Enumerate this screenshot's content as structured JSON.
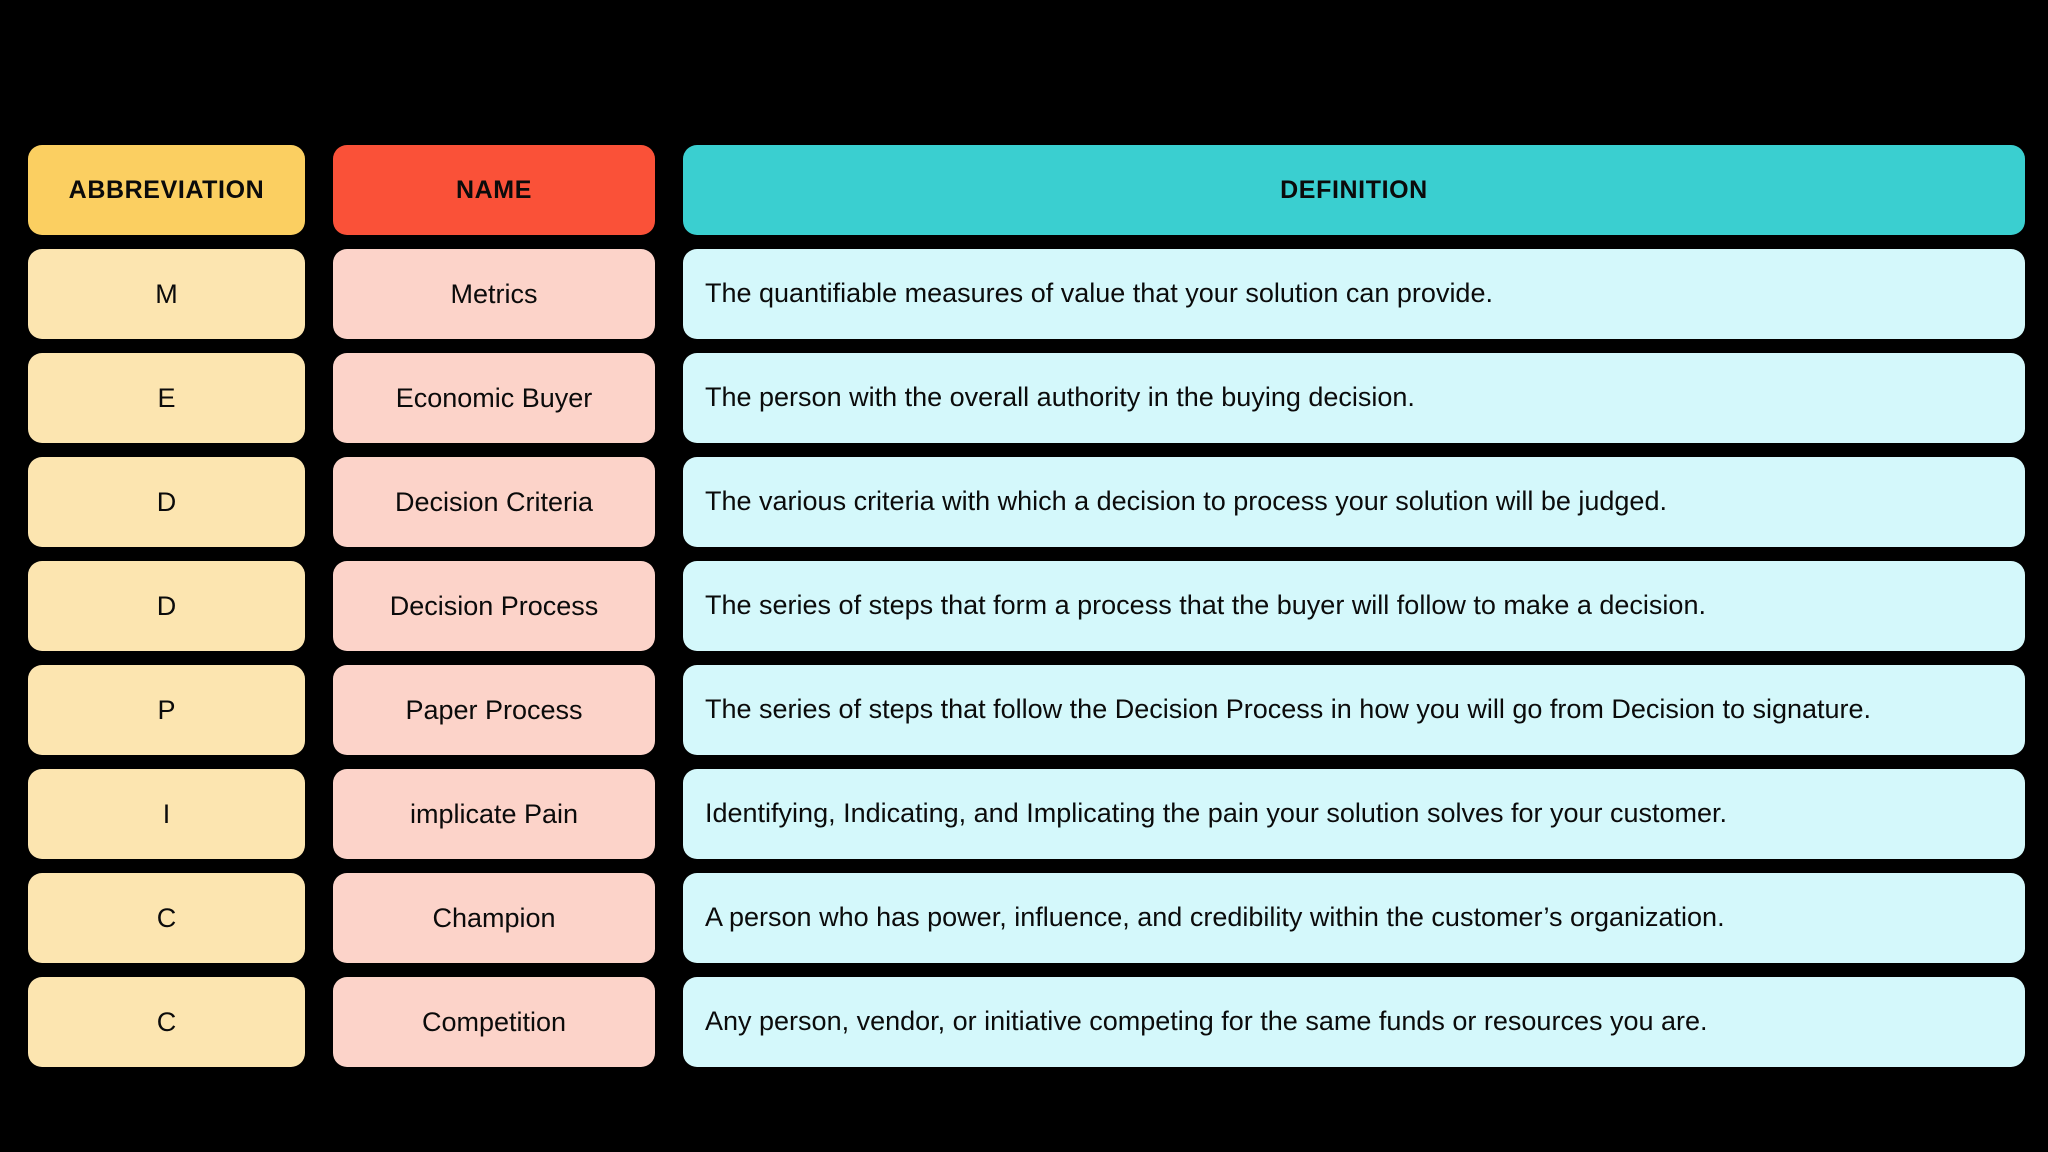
{
  "colors": {
    "background": "#000000",
    "header_abbreviation_bg": "#FBCF61",
    "header_name_bg": "#FA5138",
    "header_definition_bg": "#3ACFD0",
    "row_abbreviation_bg": "#FCE5B0",
    "row_name_bg": "#FCD3C9",
    "row_definition_bg": "#D4F8FB",
    "text": "#0B0B0B"
  },
  "table": {
    "headers": {
      "abbreviation": "ABBREVIATION",
      "name": "NAME",
      "definition": "DEFINITION"
    },
    "rows": [
      {
        "abbreviation": "M",
        "name": "Metrics",
        "definition": "The quantifiable measures of value that your solution can provide."
      },
      {
        "abbreviation": "E",
        "name": "Economic Buyer",
        "definition": "The person with the overall authority in the buying decision."
      },
      {
        "abbreviation": "D",
        "name": "Decision Criteria",
        "definition": "The various criteria with which a decision to process your solution will be judged."
      },
      {
        "abbreviation": "D",
        "name": "Decision Process",
        "definition": "The series of steps that form a process that the buyer will follow to make a decision."
      },
      {
        "abbreviation": "P",
        "name": "Paper Process",
        "definition": "The series of steps that follow the Decision Process in how you will go from Decision to signature."
      },
      {
        "abbreviation": "I",
        "name": "implicate Pain",
        "definition": "Identifying, Indicating, and Implicating the pain your solution solves for your customer."
      },
      {
        "abbreviation": "C",
        "name": "Champion",
        "definition": "A person who has power, influence, and credibility within the customer’s organization."
      },
      {
        "abbreviation": "C",
        "name": "Competition",
        "definition": "Any person, vendor, or initiative competing for the same funds or resources you are."
      }
    ]
  }
}
